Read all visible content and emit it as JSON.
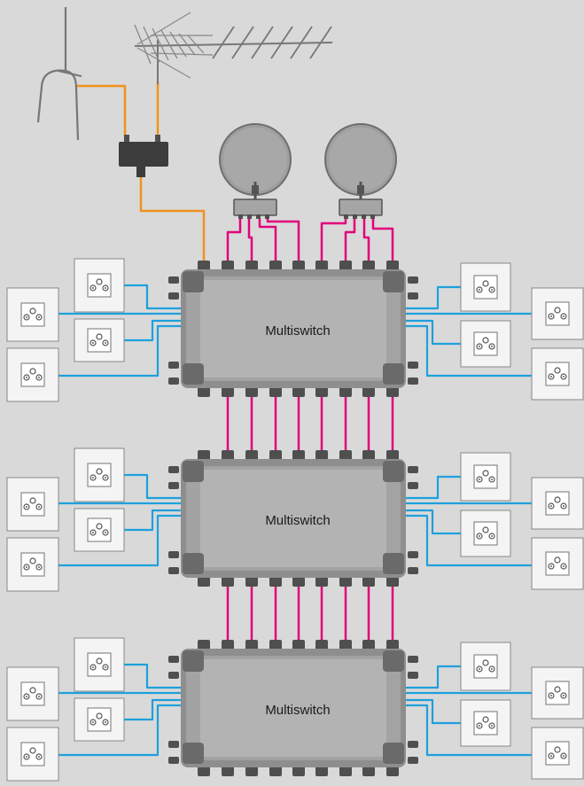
{
  "colors": {
    "background": "#d9d9d9",
    "terrestrial_cable": "#f0921e",
    "satellite_cable": "#e2007a",
    "outlet_cable": "#1ea0dc",
    "multiswitch_body": "#a3a3a3",
    "connector": "#4f4f4f",
    "outlet_plate": "#f4f4f4"
  },
  "icons": [
    "rod-antenna-icon",
    "yagi-antenna-icon",
    "combiner-icon",
    "satellite-dish-icon",
    "lnb-icon",
    "wall-outlet-icon"
  ],
  "multiswitches": [
    {
      "label": "Multiswitch"
    },
    {
      "label": "Multiswitch"
    },
    {
      "label": "Multiswitch"
    }
  ],
  "outlets_per_side": 4,
  "satellite_dish_count": 2
}
